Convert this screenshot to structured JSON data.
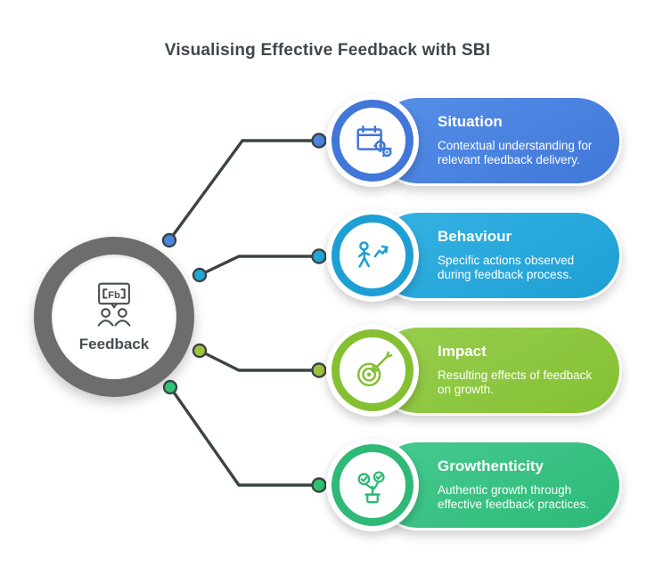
{
  "title": "Visualising Effective Feedback with SBI",
  "hub": {
    "label": "Feedback",
    "icon": "presentation-people-icon",
    "icon_text": "Fb"
  },
  "cards": [
    {
      "title": "Situation",
      "description": "Contextual understanding for relevant feedback delivery.",
      "color": "#4177d8",
      "color_light": "#5590e8",
      "dot_color": "#4a86e0",
      "icon": "calendar-gears-icon"
    },
    {
      "title": "Behaviour",
      "description": "Specific actions observed during feedback process.",
      "color": "#1e9fd4",
      "color_light": "#35b3e3",
      "dot_color": "#1fa9d8",
      "icon": "walking-person-arrow-icon"
    },
    {
      "title": "Impact",
      "description": "Resulting effects of feedback on growth.",
      "color": "#84c032",
      "color_light": "#98ce4f",
      "dot_color": "#9fc43c",
      "icon": "target-arrow-icon"
    },
    {
      "title": "Growthenticity",
      "description": "Authentic growth through effective feedback practices.",
      "color": "#2eb977",
      "color_light": "#46ca90",
      "dot_color": "#2ec470",
      "icon": "plant-checkmarks-icon"
    }
  ],
  "colors": {
    "background": "#ffffff",
    "title": "#40474b",
    "ring": "#6d6d6d",
    "hub_text": "#474d50",
    "connector": "#3c4346",
    "card_text": "#ffffff"
  }
}
